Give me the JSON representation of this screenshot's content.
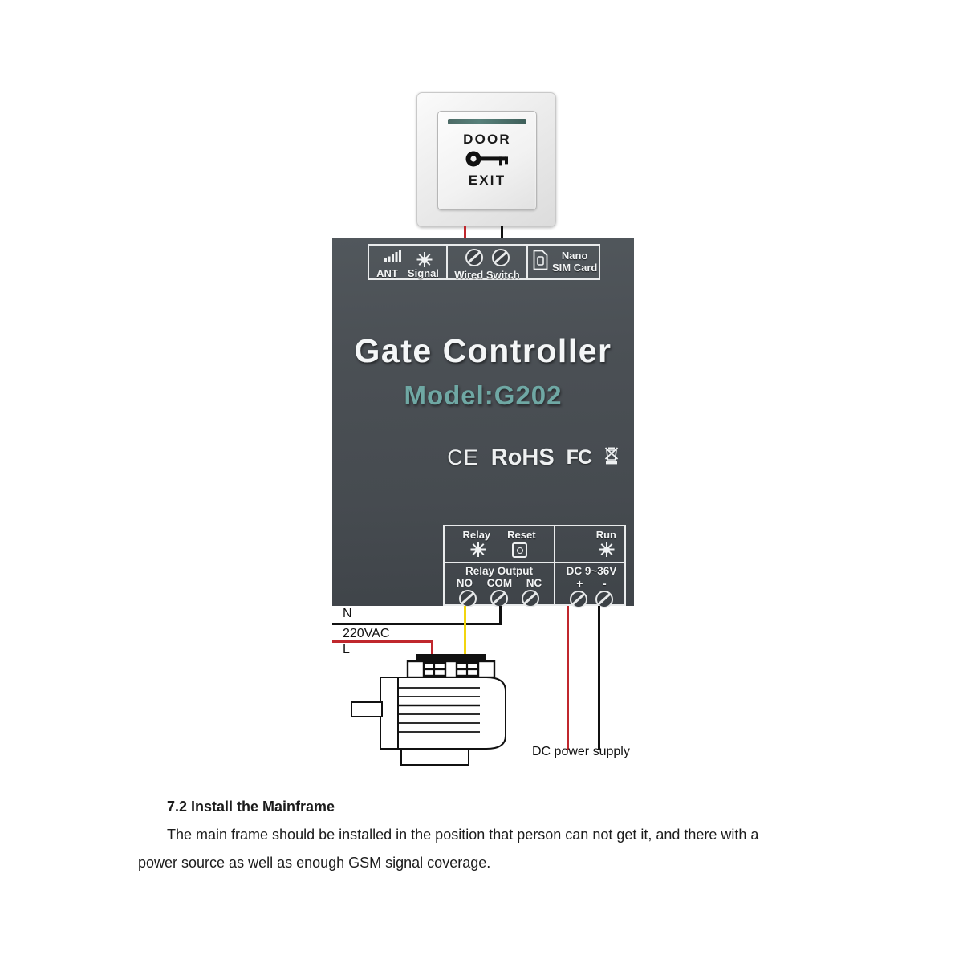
{
  "exit_button": {
    "top_label": "DOOR",
    "bottom_label": "EXIT",
    "icon": "key-icon"
  },
  "controller": {
    "brand": "Gate Controller",
    "model": "Model:G202",
    "top_connectors": [
      {
        "label": "ANT",
        "icon": "signal-bars-icon"
      },
      {
        "label": "Signal",
        "icon": "led-bulb-icon"
      },
      {
        "label": "Wired",
        "icon": "screw-terminal-icon"
      },
      {
        "label": "Switch",
        "icon": "screw-terminal-icon"
      },
      {
        "label": "Nano",
        "icon": "sim-card-icon"
      },
      {
        "label": "SIM Card",
        "icon": "sim-card-icon"
      }
    ],
    "top_group_wired_switch": "Wired Switch",
    "top_group_sim_line1": "Nano",
    "top_group_sim_line2": "SIM Card",
    "certifications": [
      {
        "label": "CE",
        "name": "ce-mark"
      },
      {
        "label": "RoHS",
        "name": "rohs-mark"
      },
      {
        "label": "FC",
        "name": "fcc-mark"
      },
      {
        "label": "",
        "name": "weee-bin-icon"
      }
    ],
    "indicators": {
      "relay": "Relay",
      "reset": "Reset",
      "run": "Run"
    },
    "relay_output": {
      "title": "Relay Output",
      "terminals": [
        "NO",
        "COM",
        "NC"
      ]
    },
    "dc_input": {
      "title": "DC 9~36V",
      "terminals": [
        "+",
        "-"
      ]
    }
  },
  "wiring": {
    "neutral": "N",
    "mains": "220VAC",
    "live": "L",
    "dc_supply": "DC power supply"
  },
  "caption": {
    "heading": "7.2 Install the Mainframe",
    "line1": "The main frame should be installed in the position that person can not get it, and there with a",
    "line2": "power source as well as enough GSM signal coverage."
  },
  "colors": {
    "body": "#4b5055",
    "model_text": "#6fa8a4",
    "wire_black": "#111111",
    "wire_red": "#c0272d",
    "wire_yellow": "#f2d50f"
  }
}
